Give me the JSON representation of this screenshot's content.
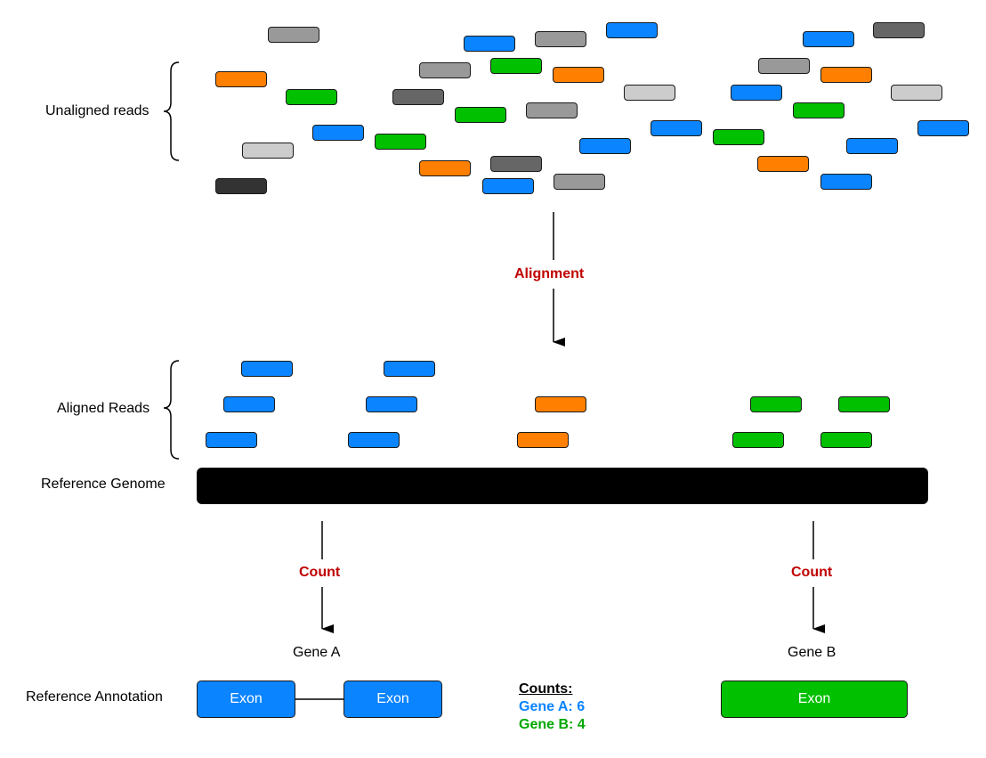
{
  "labels": {
    "unaligned": "Unaligned reads",
    "aligned": "Aligned Reads",
    "reference_genome": "Reference Genome",
    "reference_annotation": "Reference Annotation",
    "alignment": "Alignment",
    "count_a": "Count",
    "count_b": "Count",
    "gene_a": "Gene A",
    "gene_b": "Gene B"
  },
  "exons": {
    "a1": "Exon",
    "a2": "Exon",
    "b1": "Exon"
  },
  "counts": {
    "title": "Counts:",
    "gene_a": "Gene A: 6",
    "gene_b": "Gene B: 4"
  },
  "colors": {
    "blue": "#0a84ff",
    "green": "#00c000",
    "orange": "#ff7f00",
    "light_gray": "#cccccc",
    "gray": "#999999",
    "dark_gray": "#666666",
    "black_gray": "#333333",
    "label_red": "#c00000",
    "genome": "#000000"
  },
  "unaligned_reads": [
    "gray",
    "blue",
    "gray",
    "blue",
    "blue",
    "dark_gray",
    "orange",
    "gray",
    "green",
    "orange",
    "gray",
    "orange",
    "green",
    "dark_gray",
    "light_gray",
    "blue",
    "light_gray",
    "green",
    "gray",
    "green",
    "blue",
    "blue",
    "blue",
    "light_gray",
    "green",
    "green",
    "blue",
    "blue",
    "black_gray",
    "orange",
    "dark_gray",
    "orange",
    "blue",
    "gray",
    "blue"
  ],
  "aligned_reads": [
    "blue",
    "blue",
    "blue",
    "blue",
    "blue",
    "blue",
    "orange",
    "orange",
    "green",
    "green",
    "green",
    "green"
  ]
}
